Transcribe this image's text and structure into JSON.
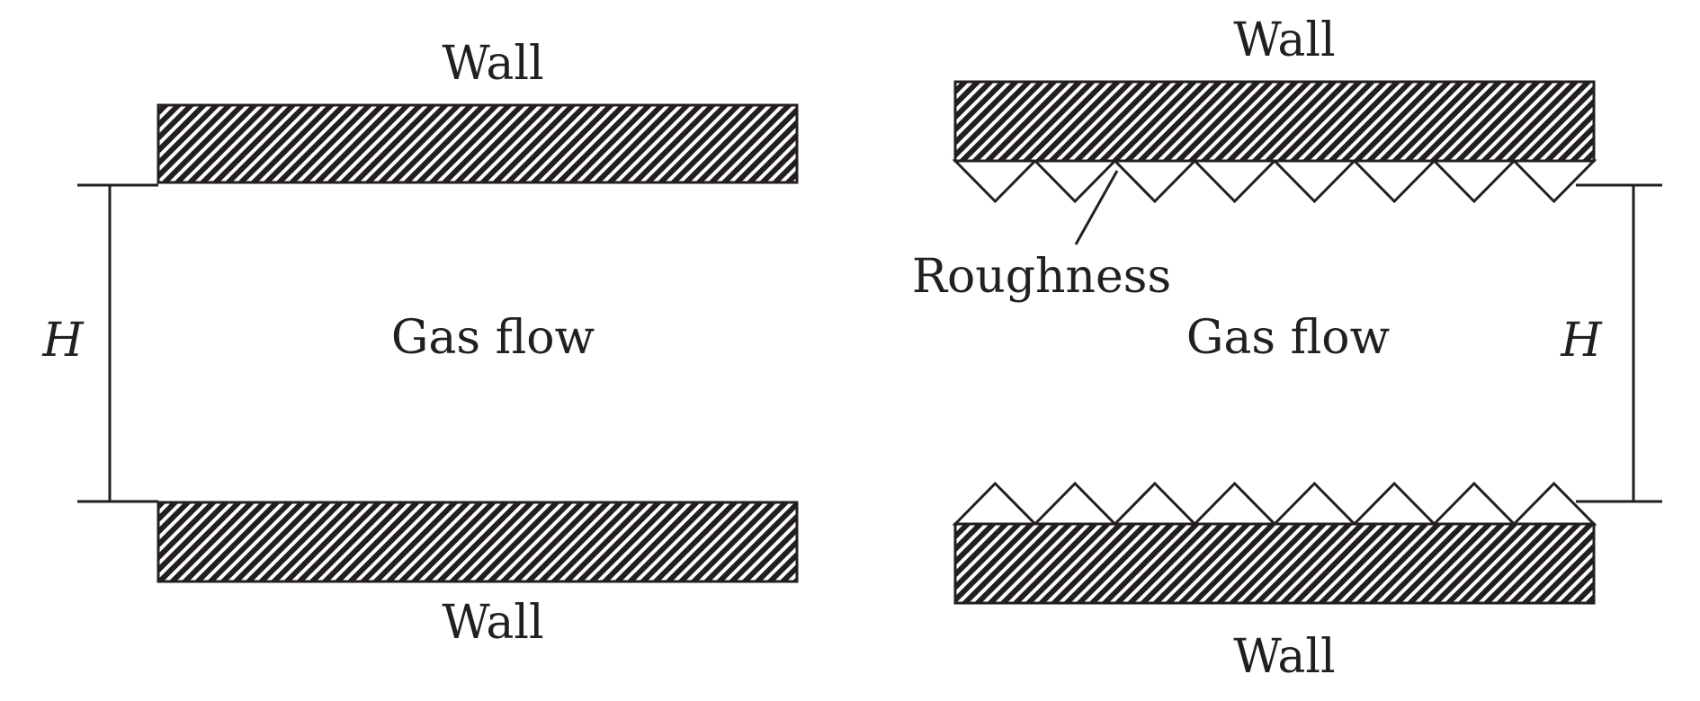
{
  "colors": {
    "ink": "#231f20",
    "background": "#ffffff"
  },
  "left_panel": {
    "top_wall_label": "Wall",
    "bottom_wall_label": "Wall",
    "flow_label": "Gas flow",
    "height_label": "H"
  },
  "right_panel": {
    "top_wall_label": "Wall",
    "bottom_wall_label": "Wall",
    "flow_label": "Gas flow",
    "height_label": "H",
    "roughness_label": "Roughness",
    "roughness_elements_per_wall": 8
  }
}
